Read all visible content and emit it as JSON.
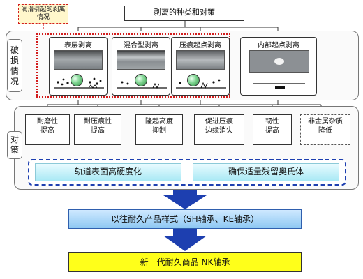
{
  "header": {
    "title": "剥离的种类和对策",
    "note": "润滑引起的剥离情况"
  },
  "damage": {
    "side_label": [
      "破",
      "损",
      "情",
      "况"
    ],
    "types": [
      {
        "label": "表层剥离"
      },
      {
        "label": "混合型剥离"
      },
      {
        "label": "压痕起点剥离"
      },
      {
        "label": "内部起点剥离"
      }
    ]
  },
  "countermeasures": {
    "side_label": [
      "对",
      "策"
    ],
    "items": [
      {
        "line1": "耐磨性",
        "line2": "提高"
      },
      {
        "line1": "耐压痕性",
        "line2": "提高"
      },
      {
        "line1": "隆起高度",
        "line2": "抑制"
      },
      {
        "line1": "促进压痕",
        "line2": "边缘消失"
      },
      {
        "line1": "韧性",
        "line2": "提高"
      },
      {
        "line1": "非金属杂质",
        "line2": "降低"
      }
    ],
    "results": [
      "轨道表面高硬度化",
      "确保适量残留奥氏体"
    ]
  },
  "flow": {
    "previous": "以往耐久产品样式（SH轴承、KE轴承）",
    "next": "新一代耐久商品 NK轴承"
  }
}
